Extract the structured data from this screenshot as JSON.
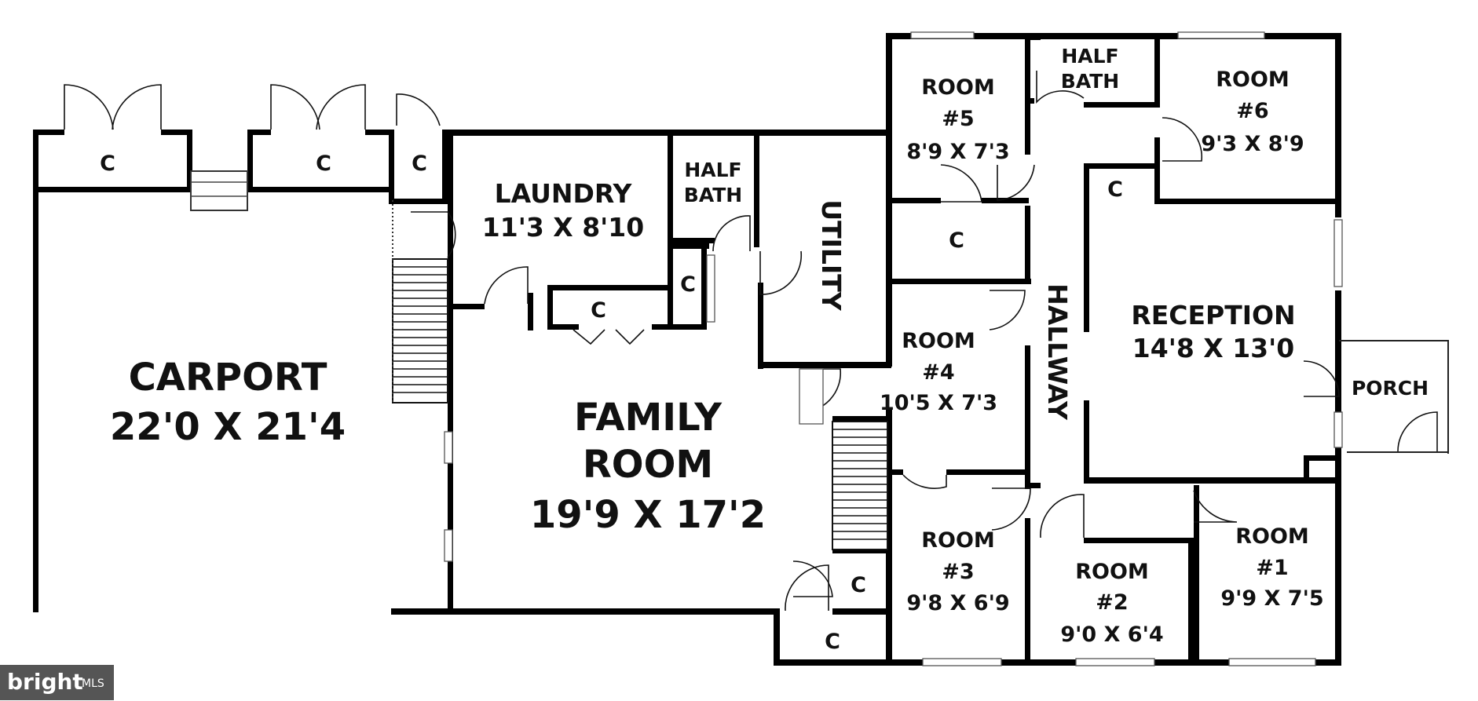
{
  "floorplan": {
    "rooms": {
      "carport": {
        "name": "CARPORT",
        "size": "22'0 X 21'4"
      },
      "family_room": {
        "line1": "FAMILY",
        "line2": "ROOM",
        "size": "19'9 X 17'2"
      },
      "laundry": {
        "name": "LAUNDRY",
        "size": "11'3 X 8'10"
      },
      "half_bath_a": {
        "line1": "HALF",
        "line2": "BATH"
      },
      "half_bath_b": {
        "line1": "HALF",
        "line2": "BATH"
      },
      "utility": {
        "name": "UTILITY"
      },
      "hallway": {
        "name": "HALLWAY"
      },
      "reception": {
        "name": "RECEPTION",
        "size": "14'8 X 13'0"
      },
      "porch": {
        "name": "PORCH"
      },
      "room1": {
        "line1": "ROOM",
        "line2": "#1",
        "size": "9'9 X 7'5"
      },
      "room2": {
        "line1": "ROOM",
        "line2": "#2",
        "size": "9'0 X 6'4"
      },
      "room3": {
        "line1": "ROOM",
        "line2": "#3",
        "size": "9'8 X 6'9"
      },
      "room4": {
        "line1": "ROOM",
        "line2": "#4",
        "size": "10'5 X 7'3"
      },
      "room5": {
        "line1": "ROOM",
        "line2": "#5",
        "size": "8'9 X 7'3"
      },
      "room6": {
        "line1": "ROOM",
        "line2": "#6",
        "size": "9'3 X 8'9"
      }
    },
    "closet_label": "C"
  },
  "watermark": {
    "brand": "bright",
    "suffix": "MLS"
  }
}
